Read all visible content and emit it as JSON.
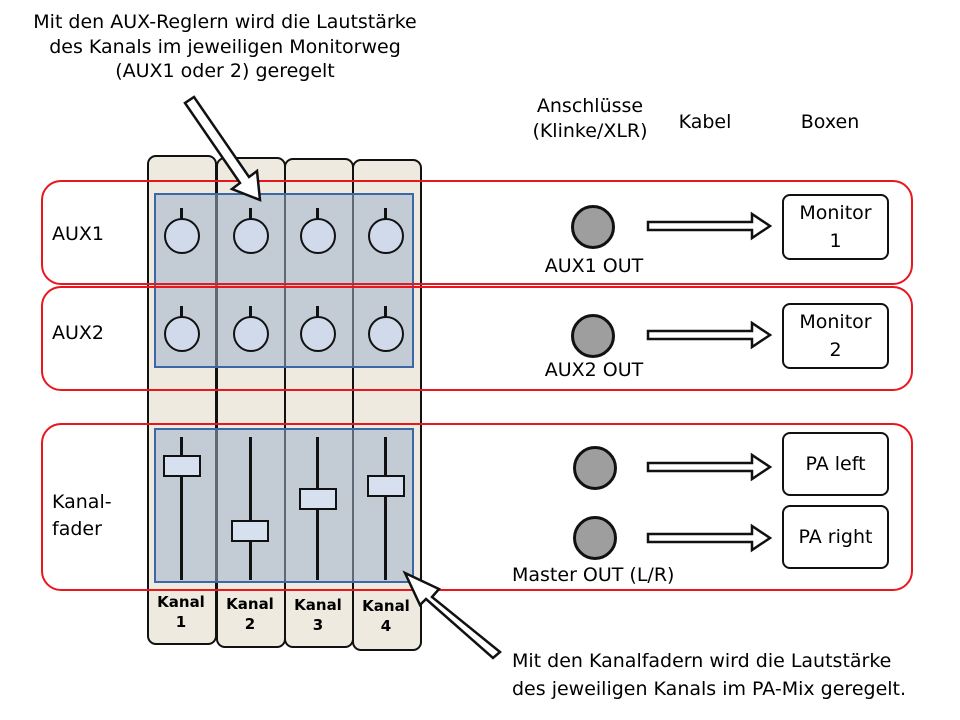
{
  "annotations": {
    "aux_note": "Mit den AUX-Reglern wird die Lautstärke\ndes Kanals im jeweiligen Monitorweg\n(AUX1 oder 2) geregelt",
    "fader_note": "Mit den Kanalfadern wird die Lautstärke\ndes jeweiligen Kanals im PA-Mix geregelt."
  },
  "headers": {
    "connections": "Anschlüsse\n(Klinke/XLR)",
    "cable": "Kabel",
    "speakers": "Boxen"
  },
  "rows": {
    "aux1": "AUX1",
    "aux2": "AUX2",
    "fader": "Kanal-\nfader"
  },
  "channels": [
    {
      "label": "Kanal",
      "number": "1",
      "fader_level": 0.8
    },
    {
      "label": "Kanal",
      "number": "2",
      "fader_level": 0.3
    },
    {
      "label": "Kanal",
      "number": "3",
      "fader_level": 0.55
    },
    {
      "label": "Kanal",
      "number": "4",
      "fader_level": 0.65
    }
  ],
  "outputs": {
    "aux1_out": "AUX1 OUT",
    "aux2_out": "AUX2 OUT",
    "master_out": "Master OUT (L/R)"
  },
  "speakers": {
    "monitor1": "Monitor\n1",
    "monitor2": "Monitor\n2",
    "pa_left": "PA left",
    "pa_right": "PA right"
  },
  "colors": {
    "frame": "#e8161d",
    "panel_border": "#3a67a8",
    "strip_fill": "#eeeadf",
    "jack_fill": "#9e9e9e"
  }
}
